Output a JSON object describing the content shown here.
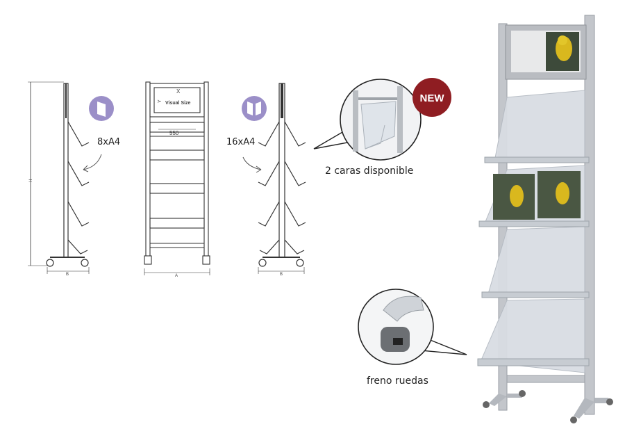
{
  "labels": {
    "height_dim": "H",
    "side_width_dim": "B",
    "front_width_dim": "A",
    "visual_x": "X",
    "visual_y": "Y",
    "visual_size": "Visual Size",
    "width_550": "550",
    "capacity_single": "8xA4",
    "capacity_double": "16xA4",
    "badge_new": "NEW",
    "two_sides_caption": "2 caras disponible",
    "wheel_brake_caption": "freno ruedas"
  },
  "colors": {
    "badge_red": "#8f1d22",
    "icon_purple": "#9b8fc8",
    "frame_silver": "#b8bcc2",
    "shelf_clear": "#d9dde3"
  },
  "icons": [
    "single-sided-icon",
    "double-sided-icon"
  ]
}
